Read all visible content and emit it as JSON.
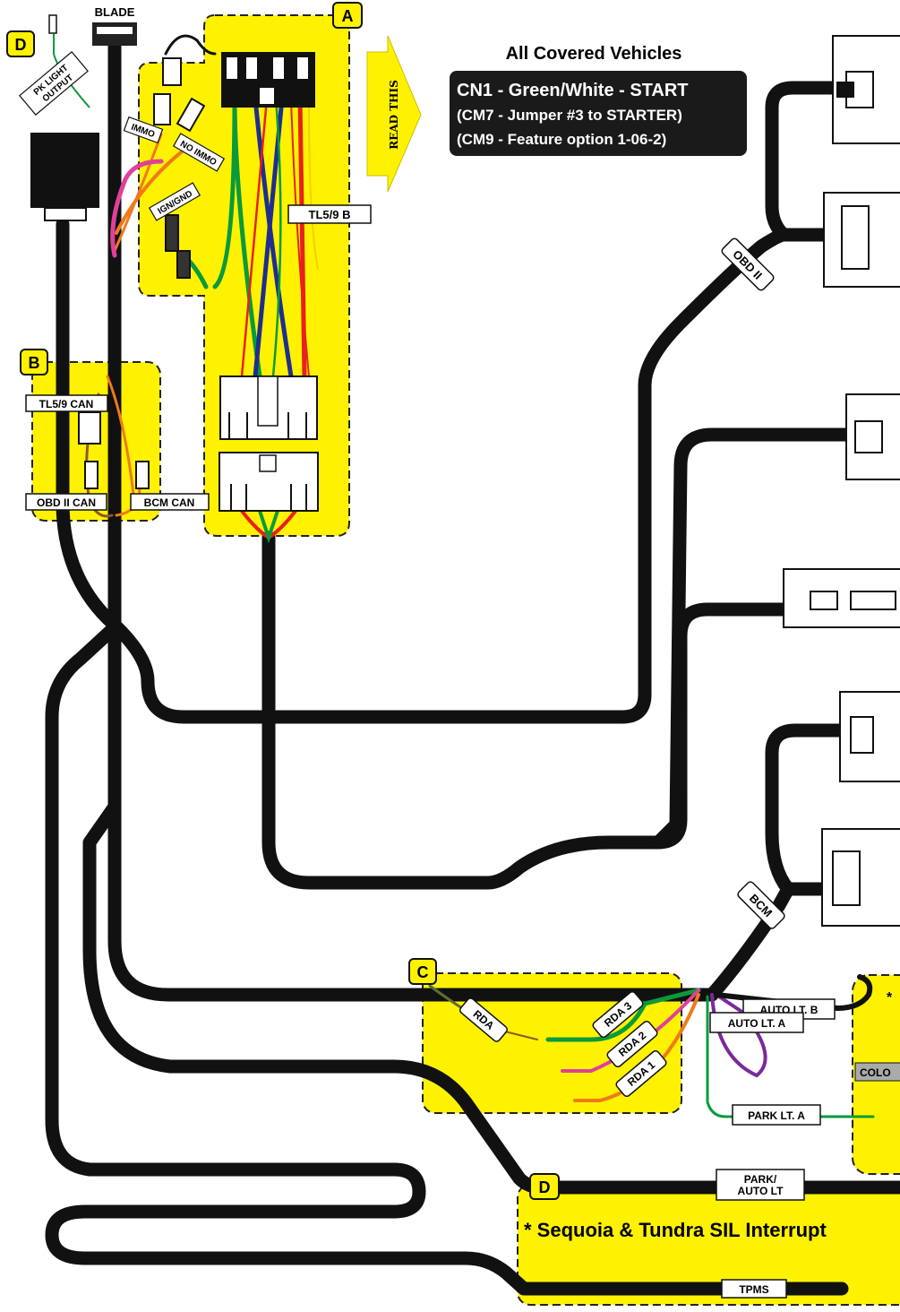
{
  "header": {
    "title": "All Covered Vehicles",
    "lines": [
      "CN1 - Green/White - START",
      "(CM7 - Jumper #3 to STARTER)",
      "(CM9 - Feature option 1-06-2)"
    ]
  },
  "read_this": "READ THIS",
  "sections": {
    "a": "A",
    "b": "B",
    "c": "C",
    "d_top": "D",
    "d_bottom": "D"
  },
  "labels": {
    "blade": "BLADE",
    "pk_light_output": [
      "PK LIGHT",
      "OUTPUT"
    ],
    "immo": "IMMO",
    "no_immo": "NO IMMO",
    "ign_gnd": "IGN/GND",
    "tl59b": "TL5/9 B",
    "tl59_can": "TL5/9 CAN",
    "obd_ii_can": "OBD II CAN",
    "bcm_can": "BCM CAN",
    "obd_ii": "OBD II",
    "bcm": "BCM",
    "rda": "RDA",
    "rda3": "RDA 3",
    "rda2": "RDA 2",
    "rda1": "RDA 1",
    "auto_lt_b": "AUTO LT. B",
    "auto_lt_a": "AUTO LT. A",
    "park_lt_a": "PARK LT. A",
    "colo": "COLO",
    "park_auto_lt": [
      "PARK/",
      "AUTO LT"
    ],
    "sequoia": "* Sequoia & Tundra SIL Interrupt",
    "tpms": "TPMS",
    "star": "*"
  },
  "colors": {
    "highlight": "#fff200",
    "harness": "#111111",
    "green": "#0a9a3c",
    "blue": "#1f2e8f",
    "red": "#e8201e",
    "orange": "#f07a1a",
    "pink": "#e0409a",
    "purple": "#7a2a9a"
  }
}
